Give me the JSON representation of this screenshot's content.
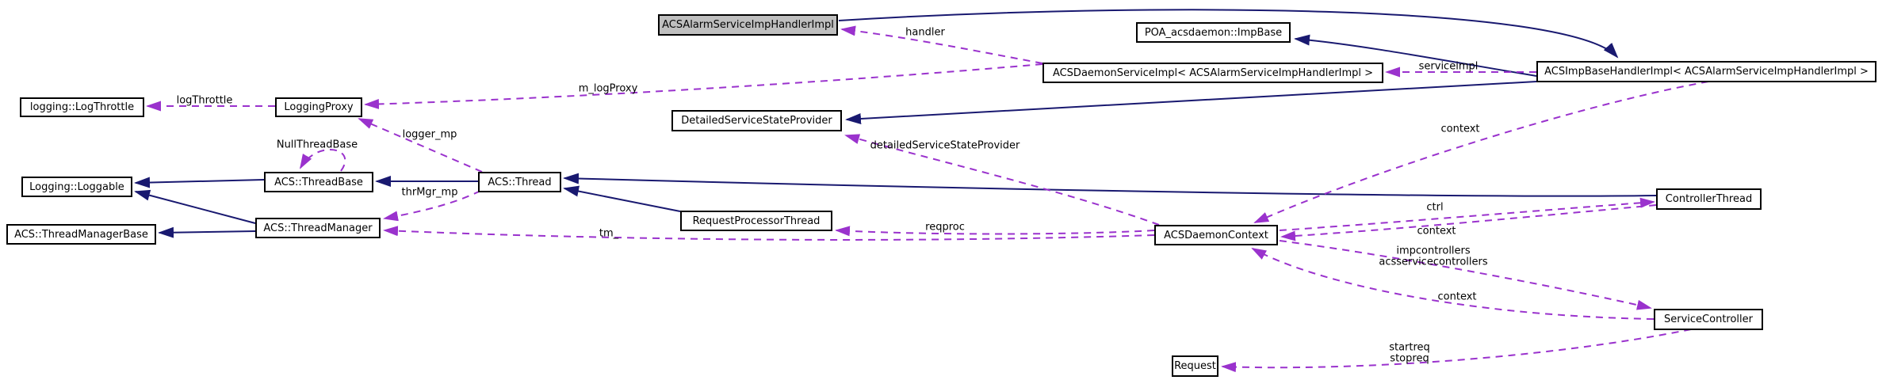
{
  "diagram": {
    "type": "uml-collaboration-graph",
    "colors": {
      "inheritance_edge": "#191970",
      "usage_edge": "#9a32cd",
      "node_border": "#000000",
      "node_fill": "#ffffff",
      "highlight_fill": "#bfbfbf",
      "text": "#000000",
      "background": "#ffffff"
    }
  },
  "nodes": [
    {
      "id": "main",
      "label": "ACSAlarmServiceImpHandlerImpl",
      "highlighted": true
    },
    {
      "id": "poa-impbase",
      "label": "POA_acsdaemon::ImpBase"
    },
    {
      "id": "daemon-service-impl",
      "label": "ACSDaemonServiceImpl< ACSAlarmServiceImpHandlerImpl >"
    },
    {
      "id": "imp-base-handler-impl",
      "label": "ACSImpBaseHandlerImpl< ACSAlarmServiceImpHandlerImpl >"
    },
    {
      "id": "log-throttle",
      "label": "logging::LogThrottle"
    },
    {
      "id": "logging-proxy",
      "label": "LoggingProxy"
    },
    {
      "id": "detailed-service-state-provider",
      "label": "DetailedServiceStateProvider"
    },
    {
      "id": "loggable",
      "label": "Logging::Loggable"
    },
    {
      "id": "thread-base",
      "label": "ACS::ThreadBase"
    },
    {
      "id": "thread",
      "label": "ACS::Thread"
    },
    {
      "id": "thread-manager-base",
      "label": "ACS::ThreadManagerBase"
    },
    {
      "id": "thread-manager",
      "label": "ACS::ThreadManager"
    },
    {
      "id": "request-processor-thread",
      "label": "RequestProcessorThread"
    },
    {
      "id": "acs-daemon-context",
      "label": "ACSDaemonContext"
    },
    {
      "id": "controller-thread",
      "label": "ControllerThread"
    },
    {
      "id": "service-controller",
      "label": "ServiceController"
    },
    {
      "id": "request",
      "label": "Request"
    }
  ],
  "edge_labels": [
    {
      "text": "handler"
    },
    {
      "text": "serviceimpl"
    },
    {
      "text": "m_logProxy"
    },
    {
      "text": "logThrottle"
    },
    {
      "text": "logger_mp"
    },
    {
      "text": "NullThreadBase"
    },
    {
      "text": "thrMgr_mp"
    },
    {
      "text": "tm_"
    },
    {
      "text": "reqproc"
    },
    {
      "text": "detailedServiceStateProvider"
    },
    {
      "text": "context"
    },
    {
      "text": "ctrl"
    },
    {
      "text": "context"
    },
    {
      "text": "impcontrollers"
    },
    {
      "text": "acsservicecontrollers"
    },
    {
      "text": "context"
    },
    {
      "text": "startreq"
    },
    {
      "text": "stopreq"
    }
  ],
  "edges": [
    {
      "from": "main",
      "to": "imp-base-handler-impl",
      "type": "inheritance"
    },
    {
      "from": "imp-base-handler-impl",
      "to": "poa-impbase",
      "type": "inheritance"
    },
    {
      "from": "imp-base-handler-impl",
      "to": "detailed-service-state-provider",
      "type": "inheritance"
    },
    {
      "from": "thread",
      "to": "thread-base",
      "type": "inheritance"
    },
    {
      "from": "thread-base",
      "to": "loggable",
      "type": "inheritance"
    },
    {
      "from": "thread-manager",
      "to": "loggable",
      "type": "inheritance"
    },
    {
      "from": "thread-manager",
      "to": "thread-manager-base",
      "type": "inheritance"
    },
    {
      "from": "controller-thread",
      "to": "thread",
      "type": "inheritance"
    },
    {
      "from": "request-processor-thread",
      "to": "thread",
      "type": "inheritance"
    },
    {
      "from": "daemon-service-impl",
      "to": "main",
      "type": "usage",
      "label": "handler"
    },
    {
      "from": "imp-base-handler-impl",
      "to": "daemon-service-impl",
      "type": "usage",
      "label": "serviceimpl"
    },
    {
      "from": "daemon-service-impl",
      "to": "logging-proxy",
      "type": "usage",
      "label": "m_logProxy"
    },
    {
      "from": "logging-proxy",
      "to": "log-throttle",
      "type": "usage",
      "label": "logThrottle"
    },
    {
      "from": "thread",
      "to": "logging-proxy",
      "type": "usage",
      "label": "logger_mp"
    },
    {
      "from": "thread-base",
      "to": "thread-base",
      "type": "usage",
      "label": "NullThreadBase"
    },
    {
      "from": "thread",
      "to": "thread-manager",
      "type": "usage",
      "label": "thrMgr_mp"
    },
    {
      "from": "acs-daemon-context",
      "to": "thread-manager",
      "type": "usage",
      "label": "tm_"
    },
    {
      "from": "acs-daemon-context",
      "to": "request-processor-thread",
      "type": "usage",
      "label": "reqproc"
    },
    {
      "from": "acs-daemon-context",
      "to": "detailed-service-state-provider",
      "type": "usage",
      "label": "detailedServiceStateProvider"
    },
    {
      "from": "imp-base-handler-impl",
      "to": "acs-daemon-context",
      "type": "usage",
      "label": "context"
    },
    {
      "from": "acs-daemon-context",
      "to": "controller-thread",
      "type": "usage",
      "label": "ctrl"
    },
    {
      "from": "controller-thread",
      "to": "acs-daemon-context",
      "type": "usage",
      "label": "context"
    },
    {
      "from": "acs-daemon-context",
      "to": "service-controller",
      "type": "usage",
      "label": "impcontrollers acsservicecontrollers"
    },
    {
      "from": "service-controller",
      "to": "acs-daemon-context",
      "type": "usage",
      "label": "context"
    },
    {
      "from": "service-controller",
      "to": "request",
      "type": "usage",
      "label": "startreq stopreq"
    }
  ]
}
